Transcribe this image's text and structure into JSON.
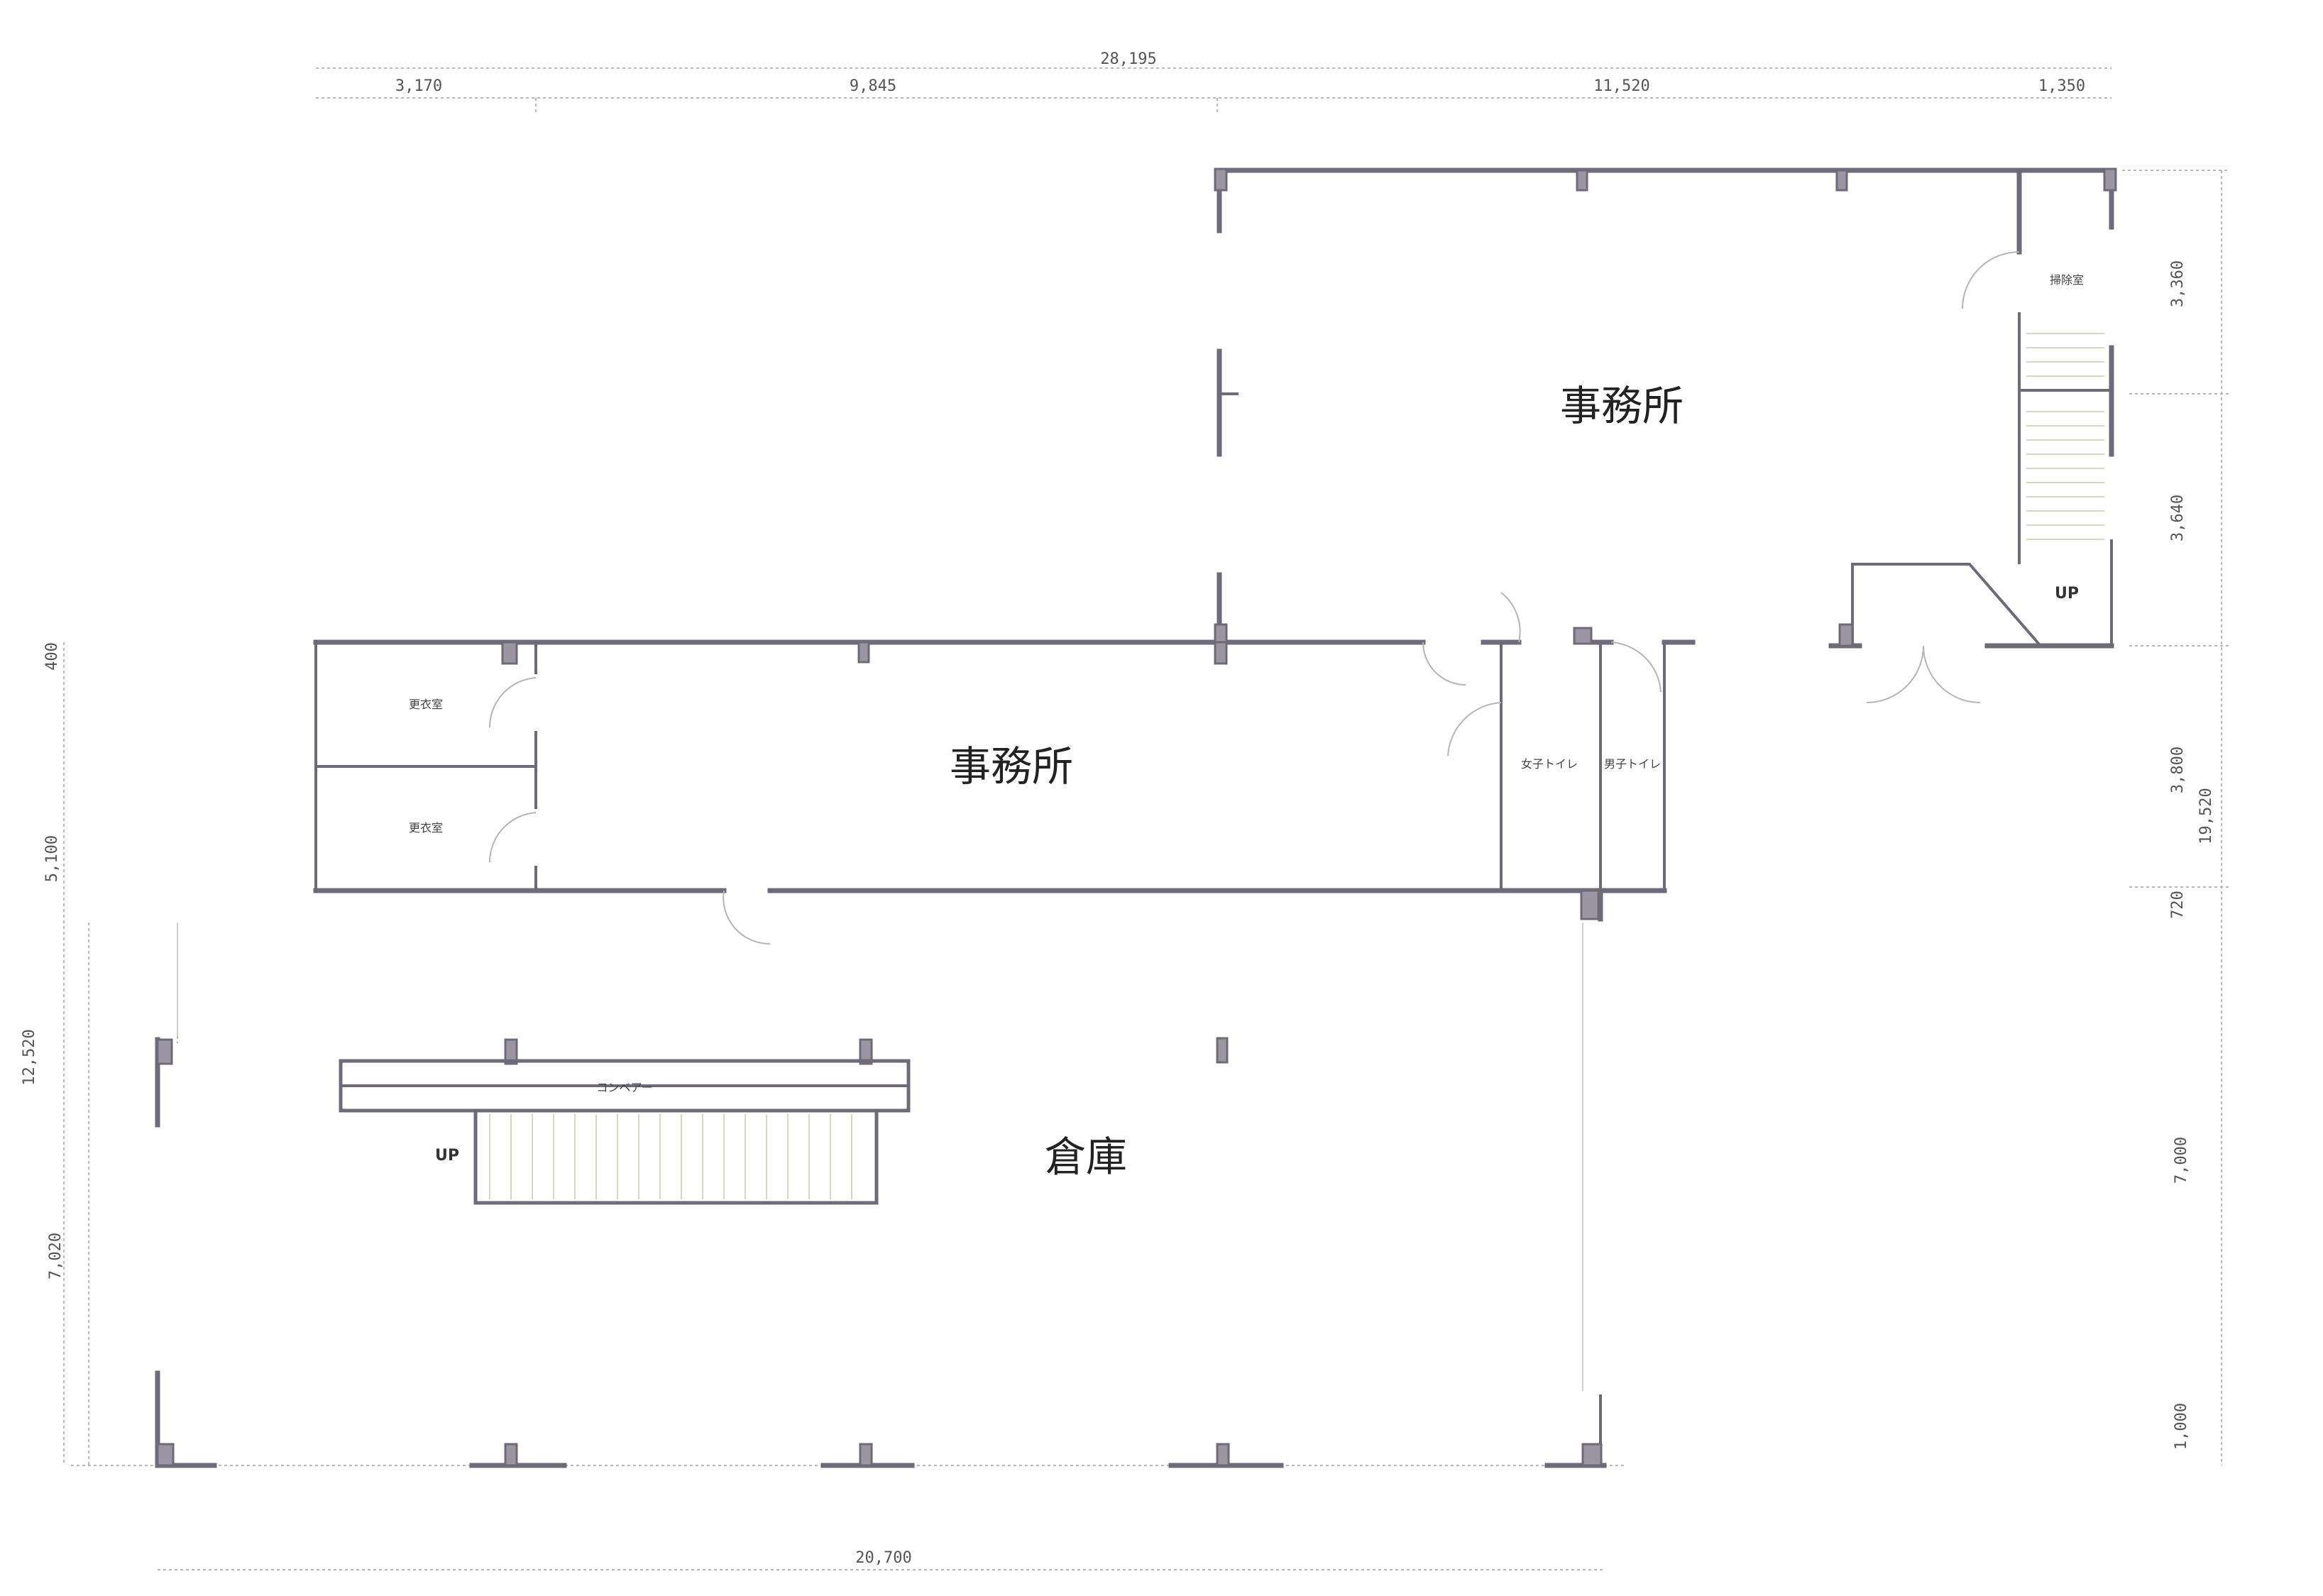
{
  "rooms": {
    "office_upper": "事務所",
    "office_lower": "事務所",
    "warehouse": "倉庫",
    "changing_room_1": "更衣室",
    "changing_room_2": "更衣室",
    "womens_toilet": "女子トイレ",
    "mens_toilet": "男子トイレ",
    "cleaning_room": "掃除室",
    "conveyor": "コンベアー",
    "stair_up_right": "UP",
    "stair_up_left": "UP"
  },
  "dimensions": {
    "top_total": "28,195",
    "top_seg_1": "3,170",
    "top_seg_2": "9,845",
    "top_seg_3": "11,520",
    "top_seg_4": "1,350",
    "bottom_total": "20,700",
    "left_seg_1": "400",
    "left_seg_2": "5,100",
    "left_total": "12,520",
    "left_seg_3": "7,020",
    "right_seg_1": "3,360",
    "right_seg_2": "3,640",
    "right_seg_3": "3,800",
    "right_total": "19,520",
    "right_seg_4": "720",
    "right_seg_5": "7,000",
    "right_seg_6": "1,000"
  },
  "colors": {
    "wall": "#6e6a78",
    "column": "#9a97a3",
    "dimension": "#555555"
  }
}
